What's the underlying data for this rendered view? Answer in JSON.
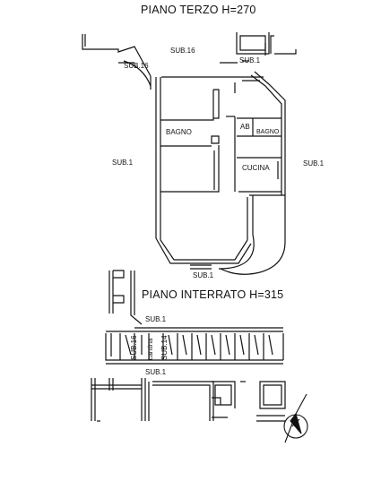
{
  "titles": {
    "upper_floor": "PIANO TERZO H=270",
    "basement": "PIANO INTERRATO H=315"
  },
  "labels": {
    "sub16_top": "SUB.16",
    "sub16_left": "SUB.16",
    "sub1_top_right": "SUB.1",
    "sub1_left": "SUB.1",
    "sub1_right": "SUB.1",
    "sub1_bottom": "SUB.1",
    "sub1_basement_corridor": "SUB.1",
    "sub16_basement": "SUB.16",
    "sub14_basement": "SUB.14",
    "sub1_basement_lower": "SUB.1",
    "cantina": "cantina"
  },
  "rooms": {
    "bagno_left": "BAGNO",
    "ab": "AB",
    "bagno_right": "BAGNO",
    "cucina": "CUCINA"
  },
  "compass": {
    "symbol": "north-arrow-icon"
  },
  "colors": {
    "line": "#111111",
    "background": "#ffffff"
  }
}
